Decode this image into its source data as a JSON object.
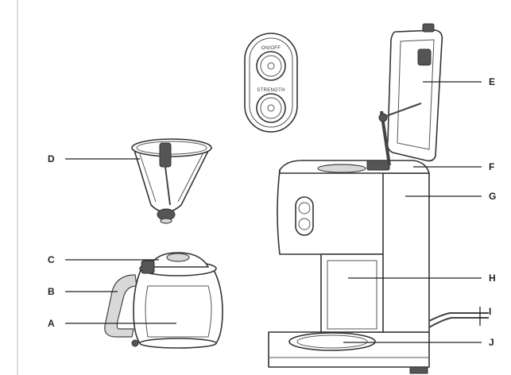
{
  "control_panel": {
    "power_label": "ON/OFF",
    "strength_label": "STRENGTH"
  },
  "callouts": {
    "a": "A",
    "b": "B",
    "c": "C",
    "d": "D",
    "e": "E",
    "f": "F",
    "g": "G",
    "h": "H",
    "i": "I",
    "j": "J"
  }
}
